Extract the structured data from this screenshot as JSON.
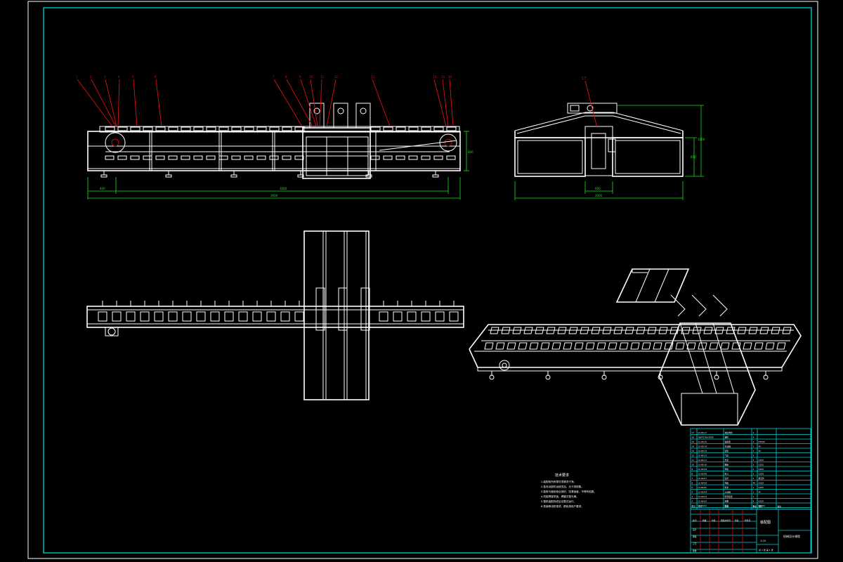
{
  "drawing": {
    "balloons_front": [
      "1",
      "2",
      "3",
      "4",
      "5",
      "6",
      "7",
      "8",
      "9",
      "10",
      "11",
      "12",
      "13",
      "14",
      "15",
      "16"
    ],
    "balloon_side": "17",
    "dims_front": {
      "left": "400",
      "mid": "3000",
      "overall": "3900",
      "height": "800"
    },
    "dims_side": {
      "width": "2000",
      "inner": "600",
      "height": "1000",
      "height2": "850"
    }
  },
  "notes": {
    "title": "技术要求",
    "lines": [
      "1.装配前所有零件须清洗干净。",
      "2.各传动部件运转灵活，无卡滞现象。",
      "3.链条与链轮啮合良好，张紧适度，不得有松脱。",
      "4.机架焊接牢固，焊缝平整光滑。",
      "5.整机装配完成后空载试运行。",
      "6.表面喷涂防锈漆，颜色按用户要求。"
    ]
  },
  "bom": {
    "rows": [
      {
        "no": "17",
        "code": "LS-00-17",
        "name": "减速电机",
        "qty": "1",
        "mat": ""
      },
      {
        "no": "16",
        "code": "GB/T5783-2000",
        "name": "螺栓",
        "qty": "4",
        "mat": ""
      },
      {
        "no": "15",
        "code": "LS-00-15",
        "name": "轴承座",
        "qty": "4",
        "mat": "HT200"
      },
      {
        "no": "14",
        "code": "LS-00-14",
        "name": "主动轴",
        "qty": "1",
        "mat": "45"
      },
      {
        "no": "13",
        "code": "LS-00-13",
        "name": "链轮",
        "qty": "2",
        "mat": "45"
      },
      {
        "no": "12",
        "code": "LS-00-12",
        "name": "气缸",
        "qty": "3",
        "mat": ""
      },
      {
        "no": "11",
        "code": "LS-00-11",
        "name": "支架",
        "qty": "3",
        "mat": "Q235"
      },
      {
        "no": "10",
        "code": "LS-00-10",
        "name": "推板",
        "qty": "3",
        "mat": "Q235"
      },
      {
        "no": "9",
        "code": "LS-00-09",
        "name": "导轨",
        "qty": "2",
        "mat": "Q235"
      },
      {
        "no": "8",
        "code": "LS-00-08",
        "name": "料斗",
        "qty": "3",
        "mat": "Q235"
      },
      {
        "no": "7",
        "code": "LS-00-07",
        "name": "链条",
        "qty": "2",
        "mat": "组合件"
      },
      {
        "no": "6",
        "code": "LS-00-06",
        "name": "托板",
        "qty": "40",
        "mat": "Q235"
      },
      {
        "no": "5",
        "code": "LS-00-05",
        "name": "机架",
        "qty": "1",
        "mat": "Q235"
      },
      {
        "no": "4",
        "code": "LS-00-04",
        "name": "从动轴",
        "qty": "1",
        "mat": "45"
      },
      {
        "no": "3",
        "code": "LS-00-03",
        "name": "张紧装置",
        "qty": "1",
        "mat": ""
      },
      {
        "no": "2",
        "code": "LS-00-02",
        "name": "地脚",
        "qty": "8",
        "mat": "Q235"
      },
      {
        "no": "1",
        "code": "LS-00-01",
        "name": "端盖",
        "qty": "2",
        "mat": "HT150"
      }
    ],
    "header": {
      "no": "序号",
      "code": "代号",
      "name": "名称",
      "qty": "数量",
      "mat": "材料",
      "note": "备注"
    }
  },
  "titleblock": {
    "drawing_name": "装配图",
    "scale": "1:10",
    "company": "机械设计课程",
    "labels": [
      "标记",
      "处数",
      "分区",
      "更改文件号",
      "签名",
      "年月日"
    ],
    "roles": [
      "设计",
      "审核",
      "工艺",
      "批准"
    ],
    "sheet": "共 1 张 第 1 张"
  }
}
